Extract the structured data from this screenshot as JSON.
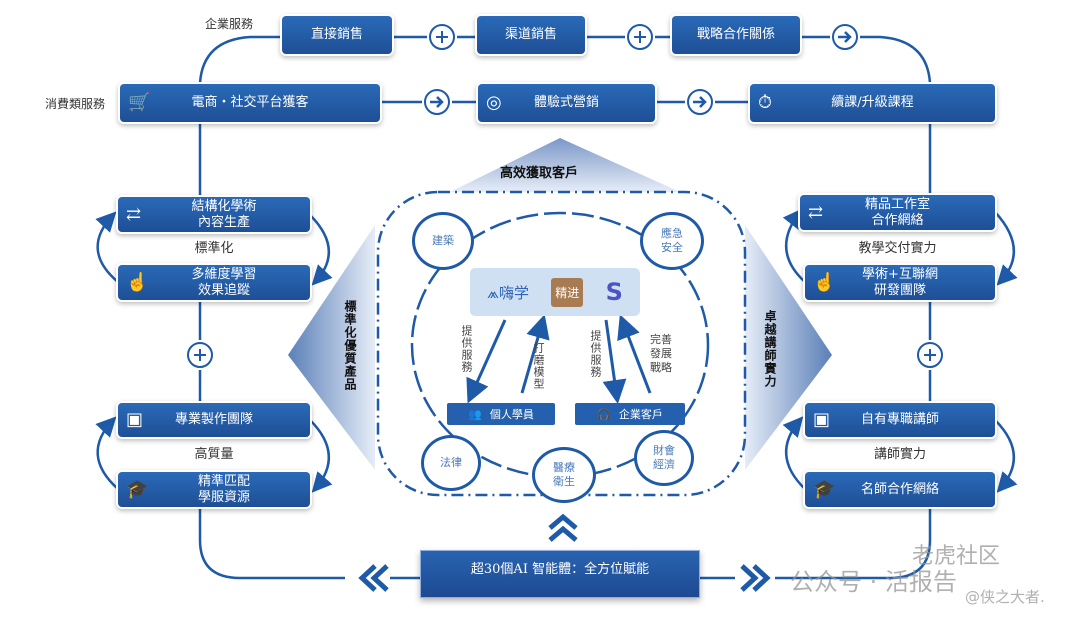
{
  "top_row": {
    "label": "企業服務",
    "items": [
      "直接銷售",
      "渠道銷售",
      "戰略合作關係"
    ]
  },
  "second_row": {
    "label": "消費類服務",
    "items": [
      "電商・社交平台獲客",
      "體驗式營銷",
      "續課/升級課程"
    ]
  },
  "left_column": {
    "side_title": "標準化優質產品",
    "group1": {
      "items": [
        "結構化學術\n內容生產",
        "多維度學習\n效果追蹤"
      ],
      "caption": "標準化"
    },
    "group2": {
      "items": [
        "專業製作團隊",
        "精準匹配\n學服資源"
      ],
      "caption": "高質量"
    }
  },
  "right_column": {
    "side_title": "卓越講師實力",
    "group1": {
      "items": [
        "精品工作室\n合作網絡",
        "學術+互聯網\n研發團隊"
      ],
      "caption": "教學交付實力"
    },
    "group2": {
      "items": [
        "自有專職講師",
        "名師合作網絡"
      ],
      "caption": "講師實力"
    }
  },
  "center": {
    "top_title": "高效獲取客戶",
    "domains": [
      "建築",
      "應急\n安全",
      "法律",
      "醫療\n衛生",
      "財會\n經濟"
    ],
    "logos": [
      "嗨学",
      "精进"
    ],
    "arrows": [
      "提供服務",
      "打磨模型",
      "提供服務",
      "完善發展戰略"
    ],
    "arrow_labels_lines": {
      "a3": "完善\n發展\n戰略"
    },
    "clients": [
      "個人學員",
      "企業客戶"
    ]
  },
  "bottom": {
    "banner": "超30個AI 智能體：全方位賦能"
  },
  "watermark": {
    "lines": [
      "老虎社区",
      "公众号 · 活报告",
      "@侠之大者."
    ]
  },
  "colors": {
    "primary": "#1e5aa8",
    "box": "#2460ad",
    "light": "#cfe0f3"
  }
}
